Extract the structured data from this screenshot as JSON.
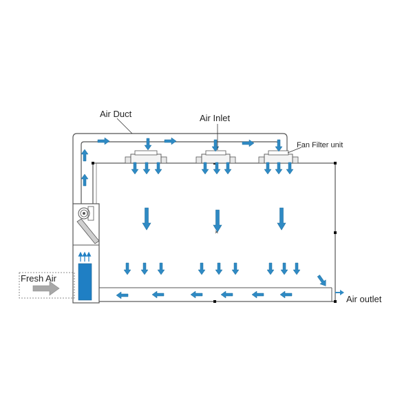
{
  "labels": {
    "air_duct": "Air Duct",
    "air_inlet": "Air Inlet",
    "fan_filter_unit": "Fan Filter unit",
    "fresh_air": "Fresh Air",
    "air_outlet": "Air outlet"
  },
  "colors": {
    "arrow_blue": "#2f8ac4",
    "arrow_stroke": "#1f6f9f",
    "line": "#555555",
    "fresh_air_arrow": "#a8a8a8",
    "filter_blue": "#1f7fc4"
  },
  "icons": {
    "fan": "fan-icon",
    "arrow": "flow-arrow-icon"
  }
}
